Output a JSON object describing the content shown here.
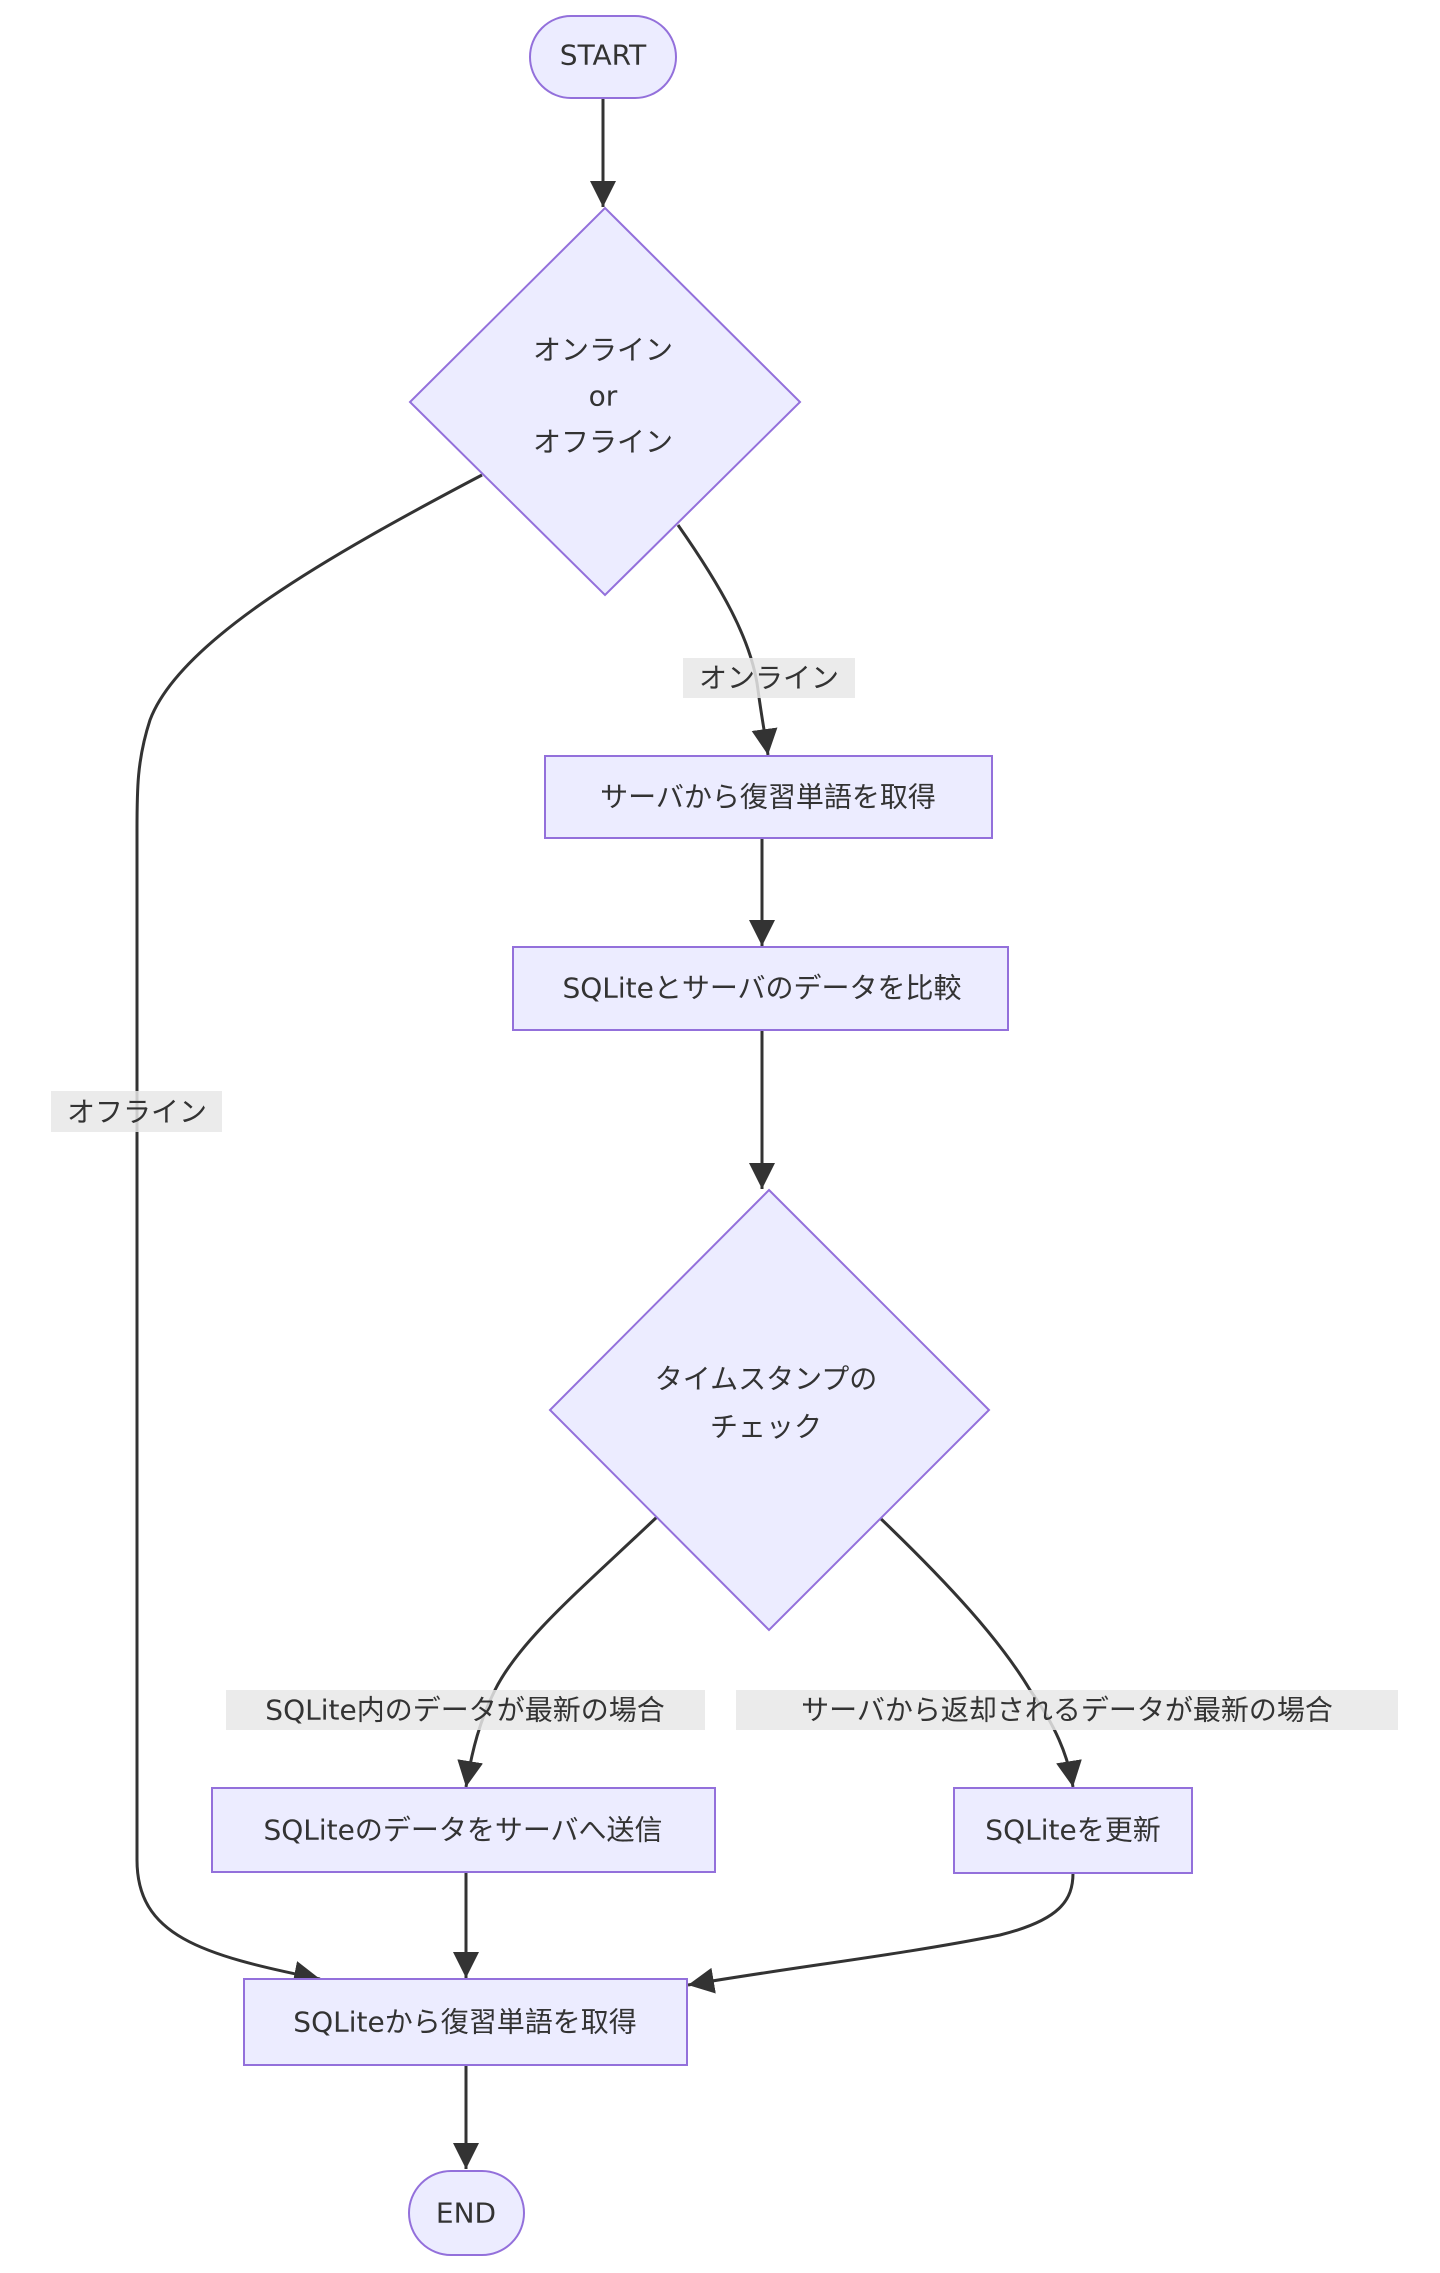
{
  "diagram": {
    "type": "flowchart",
    "colors": {
      "node_fill": "#ECECFF",
      "node_stroke": "#9370DB",
      "edge": "#333333",
      "edge_label_bg": "#e8e8e8",
      "text": "#333333"
    },
    "nodes": {
      "start": {
        "label": "START",
        "shape": "stadium"
      },
      "decision_online": {
        "lines": [
          "オンライン",
          "or",
          "オフライン"
        ],
        "shape": "diamond"
      },
      "fetch_server": {
        "label": "サーバから復習単語を取得",
        "shape": "rect"
      },
      "compare": {
        "label": "SQLiteとサーバのデータを比較",
        "shape": "rect"
      },
      "decision_timestamp": {
        "lines": [
          "タイムスタンプの",
          "チェック"
        ],
        "shape": "diamond"
      },
      "send_server": {
        "label": "SQLiteのデータをサーバへ送信",
        "shape": "rect"
      },
      "update_sqlite": {
        "label": "SQLiteを更新",
        "shape": "rect"
      },
      "fetch_sqlite": {
        "label": "SQLiteから復習単語を取得",
        "shape": "rect"
      },
      "end": {
        "label": "END",
        "shape": "stadium"
      }
    },
    "edges": [
      {
        "from": "start",
        "to": "decision_online",
        "label": ""
      },
      {
        "from": "decision_online",
        "to": "fetch_server",
        "label": "オンライン"
      },
      {
        "from": "decision_online",
        "to": "fetch_sqlite",
        "label": "オフライン"
      },
      {
        "from": "fetch_server",
        "to": "compare",
        "label": ""
      },
      {
        "from": "compare",
        "to": "decision_timestamp",
        "label": ""
      },
      {
        "from": "decision_timestamp",
        "to": "send_server",
        "label": "SQLite内のデータが最新の場合"
      },
      {
        "from": "decision_timestamp",
        "to": "update_sqlite",
        "label": "サーバから返却されるデータが最新の場合"
      },
      {
        "from": "send_server",
        "to": "fetch_sqlite",
        "label": ""
      },
      {
        "from": "update_sqlite",
        "to": "fetch_sqlite",
        "label": ""
      },
      {
        "from": "fetch_sqlite",
        "to": "end",
        "label": ""
      }
    ],
    "edge_labels": {
      "online": "オンライン",
      "offline": "オフライン",
      "sqlite_newer": "SQLite内のデータが最新の場合",
      "server_newer": "サーバから返却されるデータが最新の場合"
    }
  }
}
